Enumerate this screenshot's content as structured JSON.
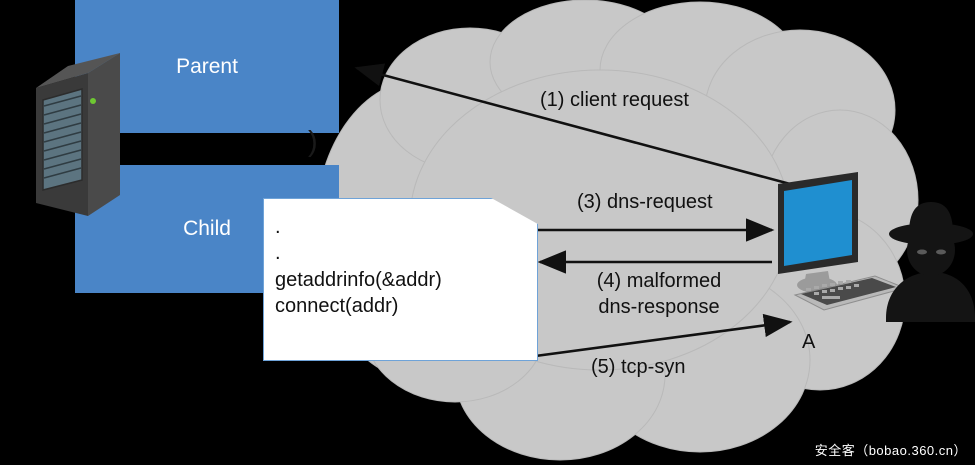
{
  "diagram": {
    "title": "DNS malformed response attack flow",
    "background_color": "#000000",
    "cloud_color": "#c8c8c8",
    "box_color": "#4a85c7",
    "accent_text_color": "#111111"
  },
  "nodes": {
    "parent_box": {
      "label": "Parent"
    },
    "child_box": {
      "label": "Child"
    },
    "fork_band": {
      "visible_glyph": ")"
    },
    "server_rack": {
      "name": "server-rack",
      "led_color": "#6ec832"
    },
    "monitor": {
      "name": "desktop-computer",
      "screen_color": "#1f8fd0"
    },
    "attacker": {
      "name": "hacker-silhouette",
      "label": "A"
    }
  },
  "callout": {
    "lines": ".\n.\ngetaddrinfo(&addr)\nconnect(addr)"
  },
  "arrows": [
    {
      "id": "1",
      "label": "(1) client request",
      "direction": "left"
    },
    {
      "id": "3",
      "label": "(3) dns-request",
      "direction": "right"
    },
    {
      "id": "4",
      "label": "(4) malformed\ndns-response",
      "direction": "left"
    },
    {
      "id": "5",
      "label": "(5) tcp-syn",
      "direction": "right"
    }
  ],
  "watermark": {
    "text": "安全客（bobao.360.cn）"
  }
}
